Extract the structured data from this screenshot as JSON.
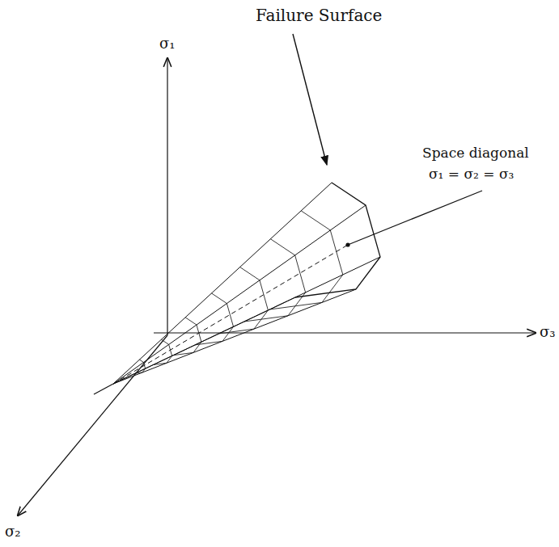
{
  "diagram": {
    "labels": [
      "Failure Surface",
      "σ₁",
      "σ₂",
      "σ₃",
      "Space diagonal",
      "σ₁ = σ₂ = σ₃"
    ]
  }
}
